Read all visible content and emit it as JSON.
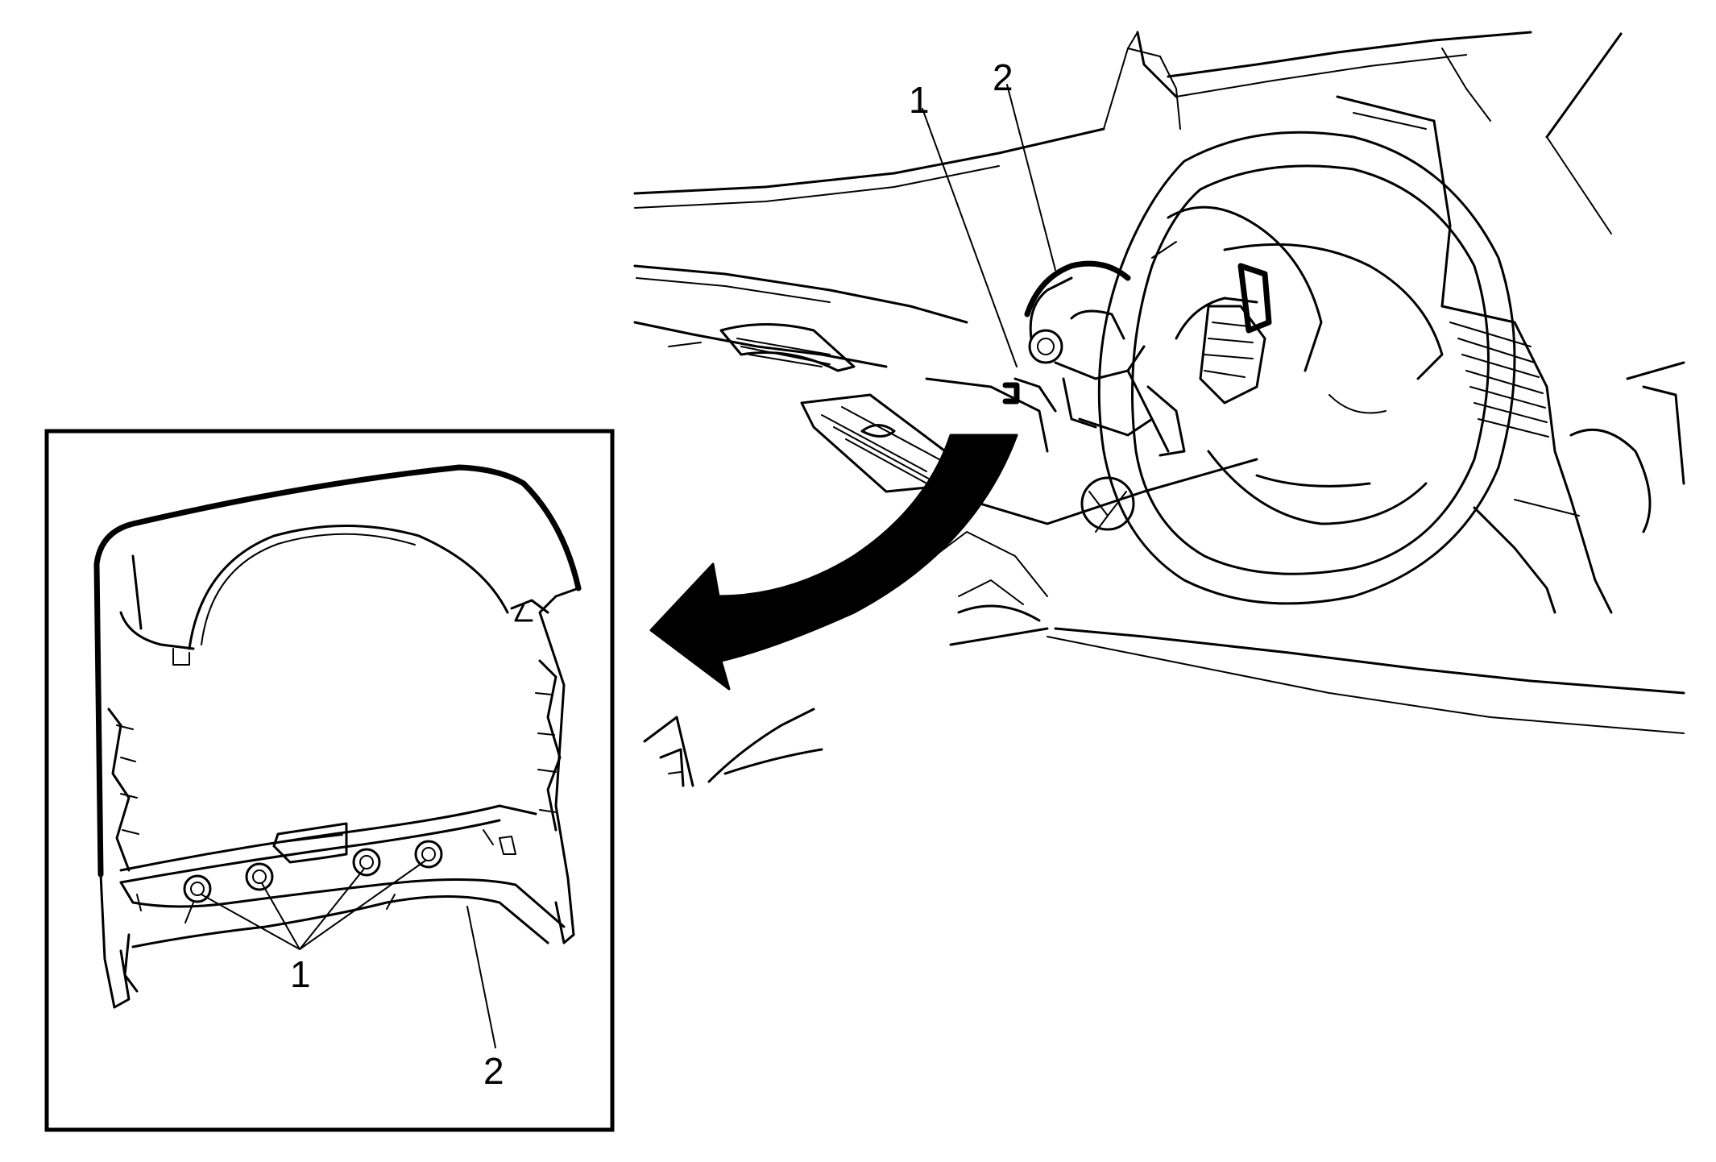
{
  "callouts": {
    "main_1": "1",
    "main_2": "2",
    "inset_1": "1",
    "inset_2": "2"
  },
  "colors": {
    "line": "#000000",
    "background": "#ffffff"
  }
}
